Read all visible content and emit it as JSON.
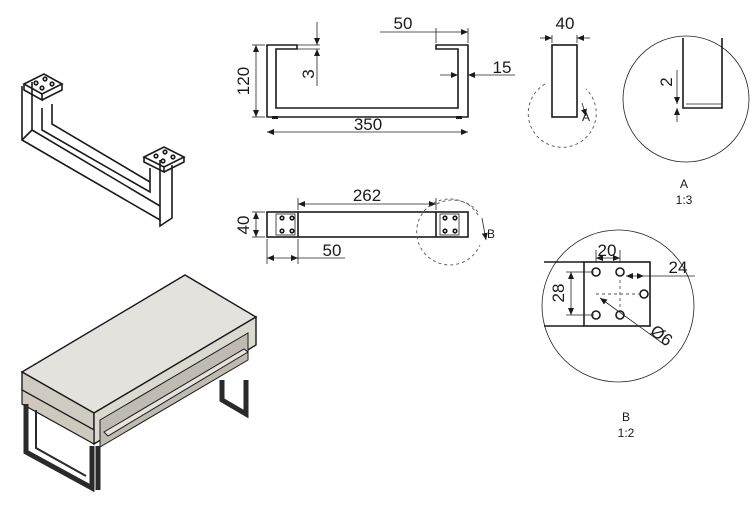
{
  "front_view": {
    "top_overhang": "50",
    "height": "120",
    "plate_gap": "3",
    "thickness": "15",
    "length": "350"
  },
  "side_view": {
    "width": "40"
  },
  "top_view": {
    "width": "40",
    "span": "262",
    "plate_length": "50",
    "detail_marker": "B"
  },
  "detail_a": {
    "marker": "A",
    "title": "A",
    "scale": "1:3",
    "gap": "2"
  },
  "detail_b": {
    "title": "B",
    "scale": "1:2",
    "hole_spacing_x": "20",
    "plate_width": "24",
    "hole_spacing_y": "28",
    "hole_diameter": "Ø6"
  }
}
